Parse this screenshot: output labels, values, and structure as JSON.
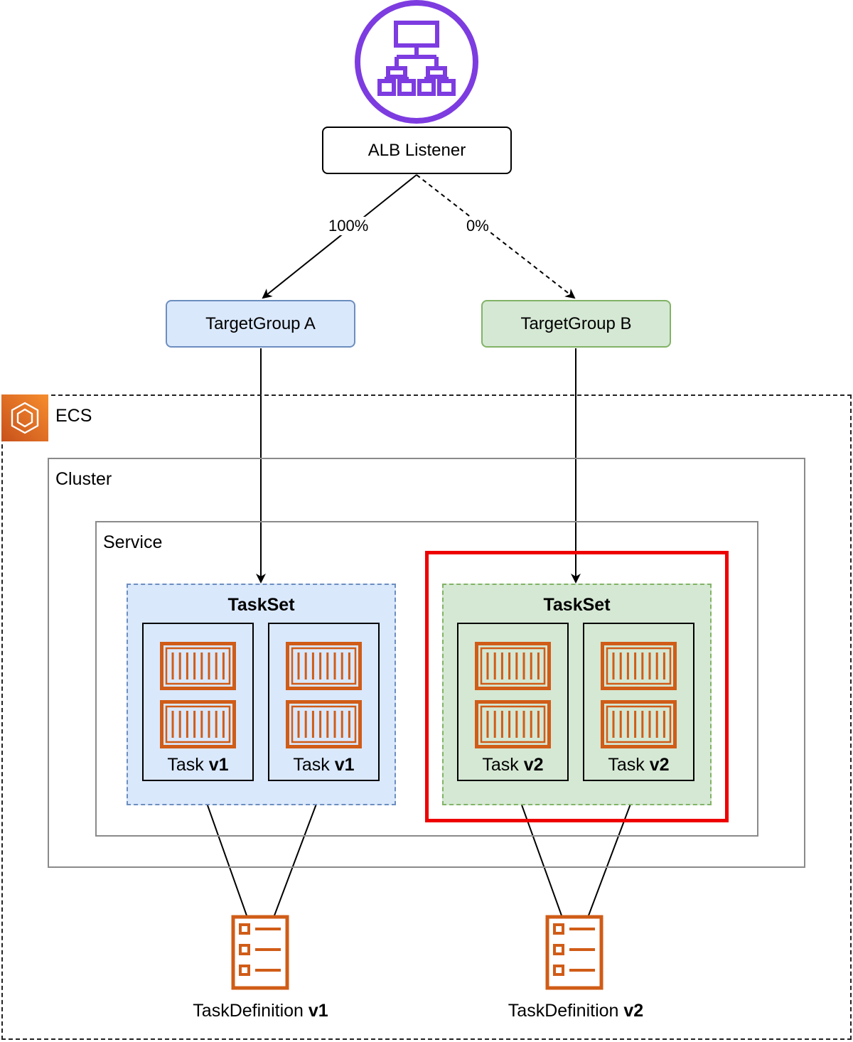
{
  "listener": {
    "label": "ALB Listener",
    "icon": "load-balancer-icon",
    "accent": "#7d3ce0"
  },
  "routes": [
    {
      "weight": "100%",
      "style": "solid"
    },
    {
      "weight": "0%",
      "style": "dashed"
    }
  ],
  "target_groups": [
    {
      "label": "TargetGroup A",
      "fill": "#dae8fc",
      "stroke": "#6c8ebf"
    },
    {
      "label": "TargetGroup B",
      "fill": "#d5e8d4",
      "stroke": "#82b366"
    }
  ],
  "ecs": {
    "label": "ECS",
    "icon": "ecs-icon",
    "accent": "#e8731a"
  },
  "cluster": {
    "label": "Cluster"
  },
  "service": {
    "label": "Service"
  },
  "tasksets": [
    {
      "title": "TaskSet",
      "tasks": [
        {
          "prefix": "Task ",
          "version": "v1"
        },
        {
          "prefix": "Task ",
          "version": "v1"
        }
      ]
    },
    {
      "title": "TaskSet",
      "highlighted": true,
      "tasks": [
        {
          "prefix": "Task ",
          "version": "v2"
        },
        {
          "prefix": "Task ",
          "version": "v2"
        }
      ]
    }
  ],
  "task_definitions": [
    {
      "prefix": "TaskDefinition ",
      "version": "v1",
      "icon": "task-definition-icon"
    },
    {
      "prefix": "TaskDefinition ",
      "version": "v2",
      "icon": "task-definition-icon"
    }
  ],
  "colors": {
    "container_icon": "#d05c17",
    "highlight": "#ee0000"
  }
}
